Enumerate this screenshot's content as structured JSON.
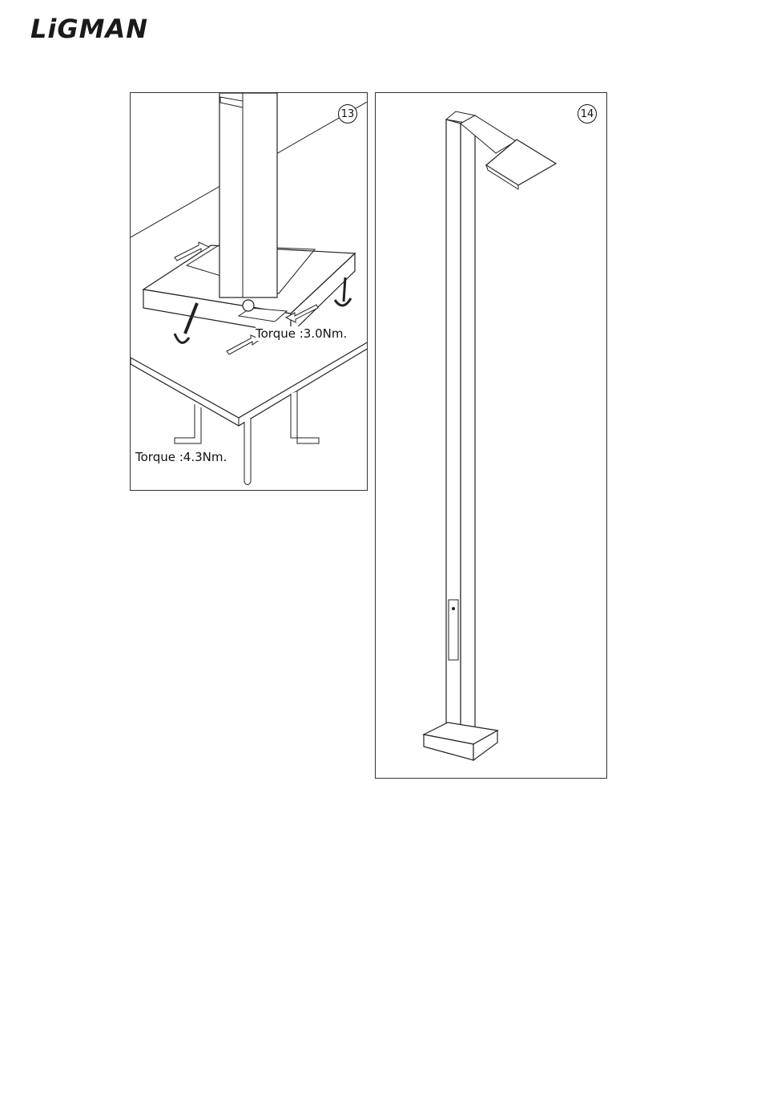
{
  "brand": {
    "logo_text": "LiGMAN"
  },
  "steps": [
    {
      "number": "13",
      "labels": {
        "upper_torque": "Torque :3.0Nm.",
        "lower_torque": "Torque :4.3Nm."
      }
    },
    {
      "number": "14"
    }
  ]
}
